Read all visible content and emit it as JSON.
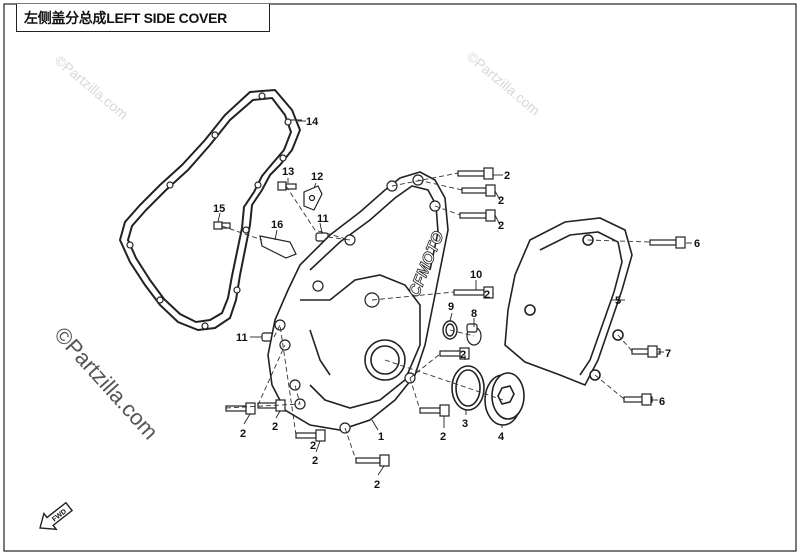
{
  "title": "左侧盖分总成LEFT SIDE COVER",
  "watermarks": [
    "©Partzilla.com",
    "©Partzilla.com",
    "©Partzilla.com"
  ],
  "brand_logo": "CFMOTO",
  "fwd_label": "FWD",
  "callouts": [
    "14",
    "13",
    "12",
    "15",
    "16",
    "11",
    "11",
    "10",
    "9",
    "8",
    "2",
    "2",
    "2",
    "2",
    "2",
    "2",
    "2",
    "2",
    "2",
    "2",
    "2",
    "1",
    "3",
    "4",
    "5",
    "6",
    "7",
    "6"
  ]
}
